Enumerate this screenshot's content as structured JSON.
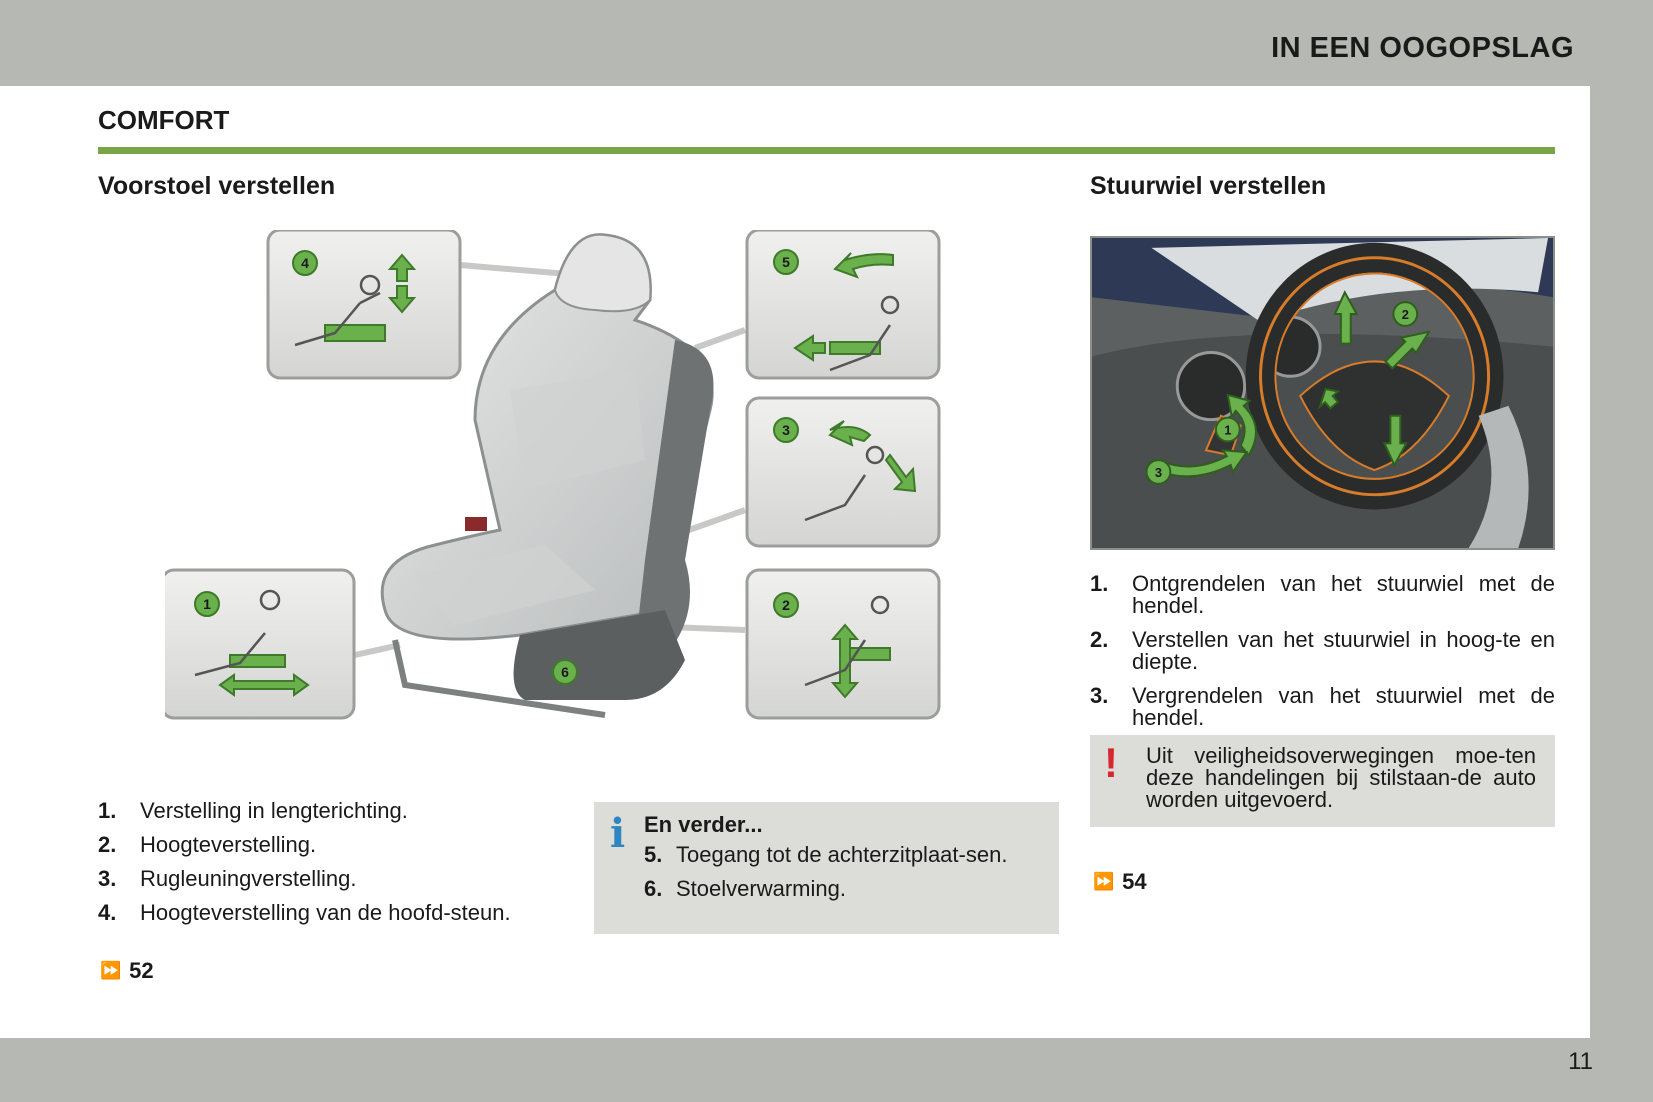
{
  "header": {
    "chapter": "IN EEN OOGOPSLAG"
  },
  "section_title": "COMFORT",
  "seat": {
    "title": "Voorstoel verstellen",
    "items": [
      {
        "num": "1.",
        "text": "Verstelling in lengterichting."
      },
      {
        "num": "2.",
        "text": "Hoogteverstelling."
      },
      {
        "num": "3.",
        "text": "Rugleuningverstelling."
      },
      {
        "num": "4.",
        "text": "Hoogteverstelling van de hoofd-steun."
      }
    ],
    "ref": "52",
    "figure_badges": [
      "1",
      "2",
      "3",
      "4",
      "5",
      "6"
    ]
  },
  "more": {
    "icon": "i",
    "title": "En verder...",
    "items": [
      {
        "num": "5.",
        "text": "Toegang tot de achterzitplaat-sen."
      },
      {
        "num": "6.",
        "text": "Stoelverwarming."
      }
    ]
  },
  "wheel": {
    "title": "Stuurwiel verstellen",
    "items": [
      {
        "num": "1.",
        "text": "Ontgrendelen van het stuurwiel met de hendel."
      },
      {
        "num": "2.",
        "text": "Verstellen van het stuurwiel in hoog-te en diepte."
      },
      {
        "num": "3.",
        "text": "Vergrendelen van het stuurwiel met de hendel."
      }
    ],
    "warning": {
      "icon": "!",
      "text": "Uit veiligheidsoverwegingen moe-ten deze handelingen bij stilstaan-de auto worden uitgevoerd."
    },
    "ref": "54",
    "figure_badges": [
      "1",
      "2",
      "3"
    ]
  },
  "ref_icon": "fast-forward-icon",
  "page_number": "11",
  "colors": {
    "accent_green": "#77a547",
    "badge_green": "#6ab04c",
    "warning_red": "#d9272e",
    "info_blue": "#2e86c1",
    "box_gray": "#dcdcd9"
  }
}
